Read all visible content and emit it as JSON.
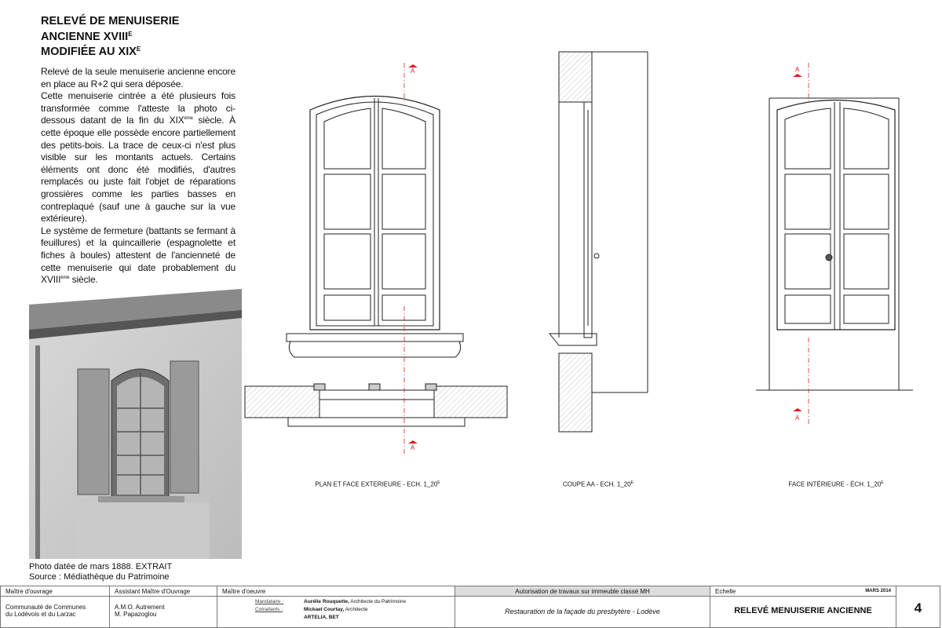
{
  "title": {
    "line1": "RELEVÉ DE MENUISERIE",
    "line2": "ANCIENNE XVIII",
    "line2_sup": "E",
    "line3": "MODIFIÉE AU XIX",
    "line3_sup": "E"
  },
  "description": {
    "p1": "Relevé de la seule menuiserie ancienne encore en place au R+2 qui sera déposée.",
    "p2a": "Cette menuiserie cintrée a été plusieurs fois transformée comme l'atteste la photo ci-dessous datant de la fin du XIX",
    "p2sup": "ème",
    "p2b": " siècle. À cette époque elle possède encore partiellement des petits-bois. La trace de ceux-ci n'est plus visible sur les montants actuels. Certains éléments ont donc été modifiés, d'autres remplacés ou juste fait l'objet de réparations grossières comme les parties basses en contreplaqué (sauf une à gauche sur la vue extérieure).",
    "p3a": "Le système de fermeture (battants se fermant à feuillures) et la quincaillerie (espagnolette et fiches à boules) attestent de l'ancienneté de cette menuiserie qui date probablement du XVIII",
    "p3sup": "ème",
    "p3b": " siècle."
  },
  "photo": {
    "caption1": "Photo datée de mars 1888. EXTRAIT",
    "caption2": "Source : Médiathèque du Patrimoine"
  },
  "drawings": {
    "section_marker": "A",
    "cap1": "PLAN ET FACE EXTERIEURE - ECH. 1_20",
    "cap2": "COUPE AA - ECH. 1_20",
    "cap3": "FACE INTÉRIEURE - ÉCH. 1_20",
    "cap_sup": "E"
  },
  "titleblock": {
    "owner_label": "Maître d'ouvrage",
    "owner": [
      "Communauté de Communes",
      "du Lodévois et du Larzac"
    ],
    "amo_label": "Assistant Maître d'Ouvrage",
    "amo": [
      "A.M.O. Autrement",
      "M. Papazoglou"
    ],
    "moe_label": "Maître d'oeuvre",
    "mandataire_label": "Mandataire :",
    "mandataire_name": "Aurélie Rouquette,",
    "mandataire_role": " Architecte du Patrimoine",
    "cotraitants_label": "Cotraitants :",
    "cot1_name": "Mickael Courtay,",
    "cot1_role": " Architecte",
    "cot2": "ARTELIA, BET",
    "authorization": "Autorisation de travaux sur immeuble classé MH",
    "project": "Restauration de la façade du presbytère  -  Lodève",
    "scale_label": "Echelle",
    "date": "MARS 2014",
    "sheet_title": "RELEVÉ MENUISERIE ANCIENNE",
    "sheet_number": "4"
  }
}
